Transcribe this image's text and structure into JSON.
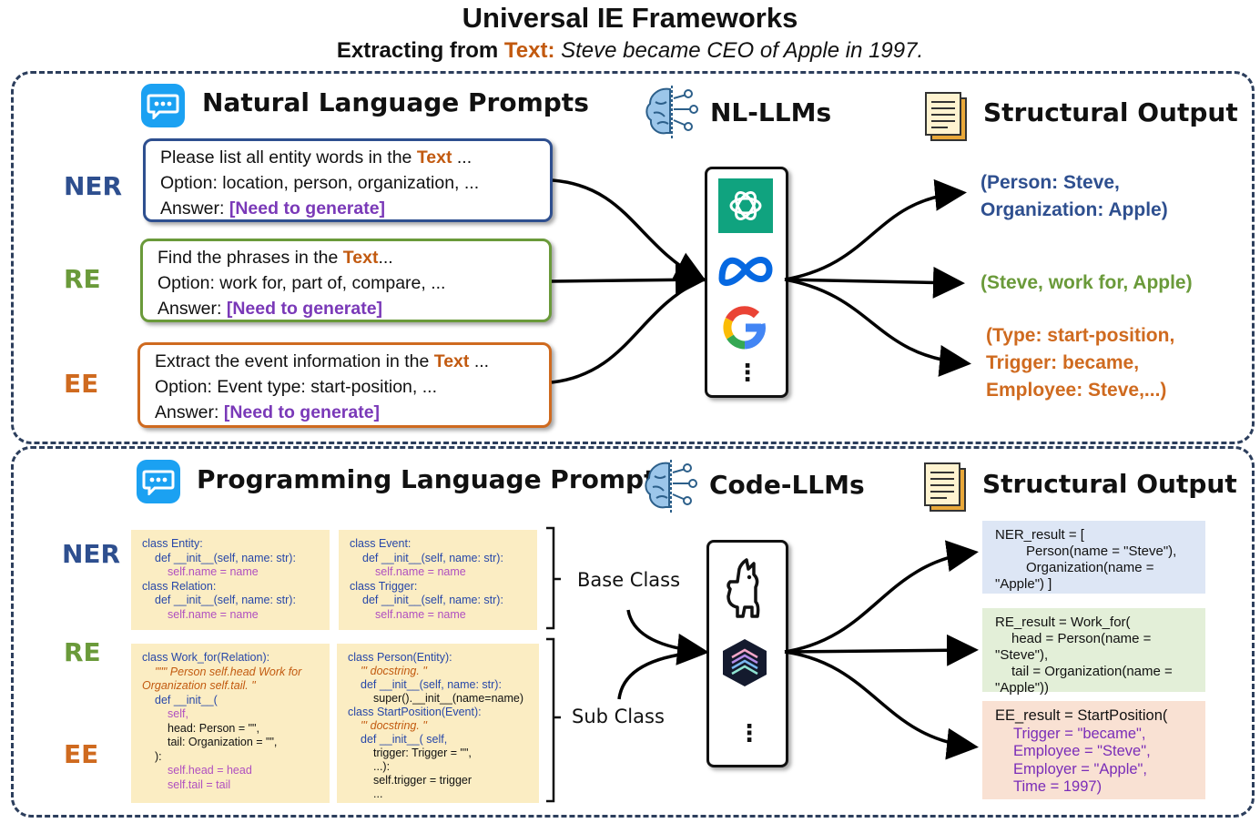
{
  "title": "Universal IE Frameworks",
  "subtitle": {
    "prefix": "Extracting from ",
    "text_label": "Text:",
    "sentence": "Steve became CEO of Apple in 1997."
  },
  "nl_section": {
    "prompts_header": "Natural Language Prompts",
    "llm_header": "NL-LLMs",
    "output_header": "Structural Output",
    "tasks": [
      {
        "label": "NER",
        "color": "#2e4f8f",
        "prompt_line1": "Please list all entity words in the ",
        "prompt_text": "Text",
        "prompt_line1_end": " ...",
        "option": "Option: location, person, organization, ...",
        "answer_label": "Answer: ",
        "answer_value": "[Need to generate]"
      },
      {
        "label": "RE",
        "color": "#6a9a3a",
        "prompt_line1": "Find the phrases in the ",
        "prompt_text": "Text",
        "prompt_line1_end": "...",
        "option": "Option: work for, part of, compare, ...",
        "answer_label": "Answer: ",
        "answer_value": "[Need to generate]"
      },
      {
        "label": "EE",
        "color": "#cf6a1f",
        "prompt_line1": "Extract the event information in the ",
        "prompt_text": "Text",
        "prompt_line1_end": " ...",
        "option": "Option: Event type: start-position, ...",
        "answer_label": "Answer: ",
        "answer_value": "[Need to generate]"
      }
    ],
    "llm_more": "⋮",
    "outputs": [
      {
        "lines": [
          "(Person: Steve,",
          "Organization: Apple)"
        ],
        "color": "#2e4f8f"
      },
      {
        "lines": [
          "(Steve, work for, Apple)"
        ],
        "color": "#6a9a3a"
      },
      {
        "lines": [
          "(Type: start-position,",
          "Trigger: became,",
          "Employee: Steve,...)"
        ],
        "color": "#cf6a1f"
      }
    ]
  },
  "pl_section": {
    "prompts_header": "Programming Language Prompts",
    "llm_header": "Code-LLMs",
    "output_header": "Structural Output",
    "task_labels": [
      "NER",
      "RE",
      "EE"
    ],
    "base_class_label": "Base Class",
    "sub_class_label": "Sub Class",
    "llm_more": "⋮",
    "code_blocks": {
      "base_left": [
        "class Entity:",
        "def __init__(self, name: str):",
        "self.name = name",
        "class Relation:",
        "def __init__(self, name: str):",
        "self.name = name"
      ],
      "base_right": [
        "class Event:",
        "def __init__(self, name: str):",
        "self.name = name",
        "class Trigger:",
        "def __init__(self, name: str):",
        "self.name = name"
      ],
      "sub_left": [
        "class Work_for(Relation):",
        "\"\"\" Person self.head Work for",
        "Organization self.tail. \"",
        "def __init__(",
        "self,",
        "head: Person = \"\",",
        "tail: Organization = \"\",",
        "):",
        "self.head = head",
        "self.tail = tail"
      ],
      "sub_right": [
        "class Person(Entity):",
        "''' docstring. ''",
        "def __init__(self, name: str):",
        "super().__init__(name=name)",
        "class StartPosition(Event):",
        "''' docstring. ''",
        "def __init__( self,",
        "trigger: Trigger = \"\",",
        "...):",
        "self.trigger = trigger",
        "..."
      ]
    },
    "results": {
      "ner": [
        "NER_result = [",
        "Person(name = \"Steve\"),",
        "Organization(name =",
        "\"Apple\") ]"
      ],
      "re": [
        "RE_result = Work_for(",
        "head = Person(name =",
        "\"Steve\"),",
        "tail = Organization(name =",
        "\"Apple\"))"
      ],
      "ee": [
        "EE_result = StartPosition(",
        "Trigger = \"became\",",
        "Employee = \"Steve\",",
        "Employer = \"Apple\",",
        "Time = 1997)"
      ]
    },
    "result_colors": {
      "ner": "#dde6f5",
      "re": "#e3efd8",
      "ee": "#f9e1d3"
    }
  }
}
